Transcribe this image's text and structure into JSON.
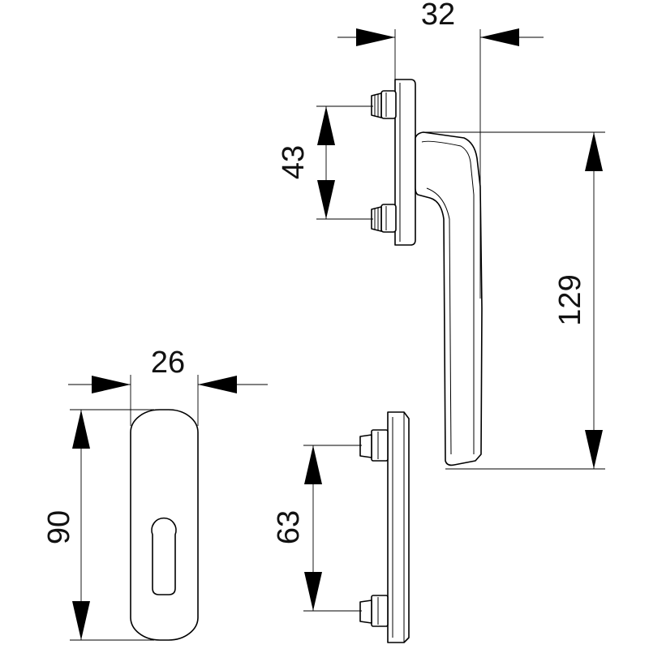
{
  "dimensions": {
    "handle_depth": "32",
    "spindle_spacing": "43",
    "handle_length": "129",
    "rosette_width": "26",
    "rosette_height": "90",
    "backplate_pin_spacing": "63"
  },
  "colors": {
    "line": "#000000",
    "background": "#ffffff",
    "text": "#111111"
  }
}
